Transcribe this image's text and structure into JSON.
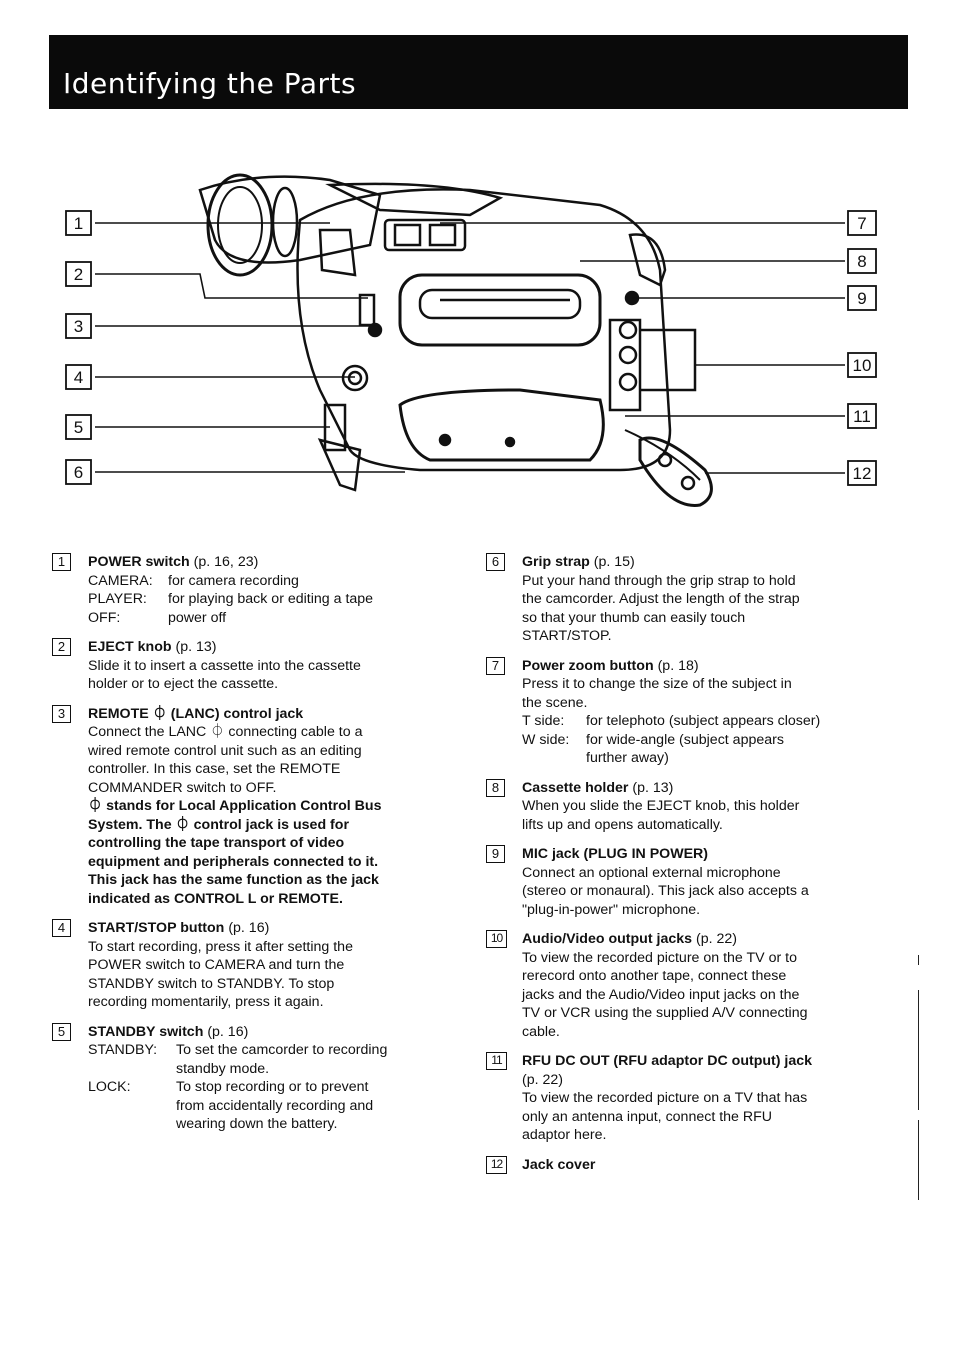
{
  "page": {
    "title": "Identifying the Parts"
  },
  "callouts": [
    "1",
    "2",
    "3",
    "4",
    "5",
    "6",
    "7",
    "8",
    "9",
    "10",
    "11",
    "12"
  ],
  "parts": [
    {
      "num": "1",
      "name": "POWER switch",
      "ref": "(p. 16, 23)",
      "lines": [],
      "defs": [
        {
          "term": "CAMERA:",
          "desc": "for camera recording"
        },
        {
          "term": "PLAYER:",
          "desc": "for playing back or editing a tape"
        },
        {
          "term": "OFF:",
          "desc": "power off"
        }
      ]
    },
    {
      "num": "2",
      "name": "EJECT knob",
      "ref": "(p. 13)",
      "lines": [
        "Slide it to insert a cassette into the cassette",
        "holder or to eject the cassette."
      ]
    },
    {
      "num": "3",
      "name": "REMOTE ⏀ (LANC) control jack",
      "ref": "",
      "lines": [
        "Connect the LANC ⏀ connecting cable to a",
        "wired remote control unit such as an editing",
        "controller. In this case, set the REMOTE",
        "COMMANDER switch to OFF."
      ],
      "bold_lines": [
        "⏀ stands for Local Application Control Bus",
        "System. The ⏀ control jack is used for",
        "controlling the tape transport of video",
        "equipment and peripherals connected to it.",
        "This jack has the same function as the jack",
        "indicated as CONTROL L or REMOTE."
      ]
    },
    {
      "num": "4",
      "name": "START/STOP button",
      "ref": "(p. 16)",
      "lines": [
        "To start recording, press it after setting the",
        "POWER switch to CAMERA and turn the",
        "STANDBY switch to STANDBY. To stop",
        "recording momentarily, press it again."
      ]
    },
    {
      "num": "5",
      "name": "STANDBY switch",
      "ref": "(p. 16)",
      "defs": [
        {
          "term": "STANDBY:",
          "desc": "To set the camcorder to recording",
          "cont": [
            "standby mode."
          ]
        },
        {
          "term": "LOCK:",
          "desc": "To stop recording or to prevent",
          "cont": [
            "from accidentally recording and",
            "wearing down the battery."
          ]
        }
      ]
    },
    {
      "num": "6",
      "name": "Grip strap",
      "ref": "(p. 15)",
      "lines": [
        "Put your hand through the grip strap to hold",
        "the camcorder. Adjust the length of the strap",
        "so that your thumb can easily touch",
        "START/STOP."
      ]
    },
    {
      "num": "7",
      "name": "Power zoom button",
      "ref": "(p. 18)",
      "lines": [
        "Press it to change the size of the subject in",
        "the scene."
      ],
      "defs": [
        {
          "term": "T side:",
          "desc": "for telephoto (subject appears closer)"
        },
        {
          "term": "W side:",
          "desc": "for wide-angle (subject appears",
          "cont": [
            "further away)"
          ]
        }
      ]
    },
    {
      "num": "8",
      "name": "Cassette holder",
      "ref": "(p. 13)",
      "lines": [
        "When you slide the EJECT knob, this holder",
        "lifts up and opens automatically."
      ]
    },
    {
      "num": "9",
      "name": "MIC jack (PLUG IN POWER)",
      "ref": "",
      "lines": [
        "Connect an optional external microphone",
        "(stereo or monaural). This jack also accepts a",
        "\"plug-in-power\" microphone."
      ]
    },
    {
      "num": "10",
      "name": "Audio/Video output jacks",
      "ref": "(p. 22)",
      "lines": [
        "To view the recorded picture on the TV or to",
        "rerecord onto another tape, connect these",
        "jacks and the Audio/Video input jacks on the",
        "TV or VCR using the supplied A/V connecting",
        "cable."
      ]
    },
    {
      "num": "11",
      "name": "RFU DC OUT (RFU adaptor DC output) jack",
      "ref": "(p. 22)",
      "ref_newline": true,
      "lines": [
        "To view the recorded picture on a TV that has",
        "only an antenna input, connect the RFU",
        "adaptor here."
      ]
    },
    {
      "num": "12",
      "name": "Jack cover",
      "ref": "",
      "lines": []
    }
  ]
}
